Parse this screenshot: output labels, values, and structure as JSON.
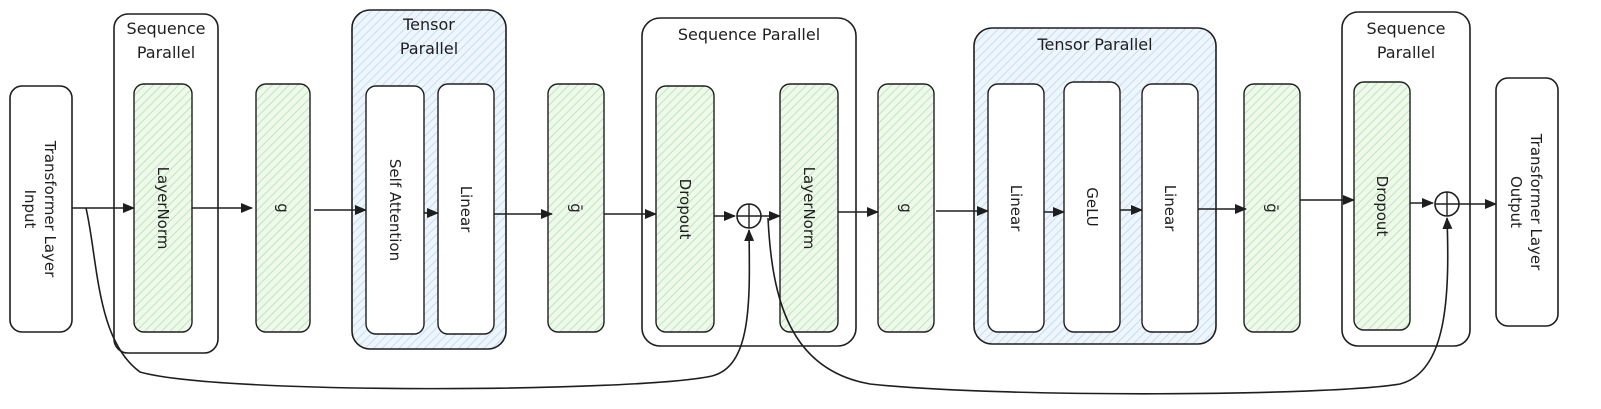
{
  "groups": {
    "sp1": [
      "Sequence",
      "Parallel"
    ],
    "tp1": [
      "Tensor",
      "Parallel"
    ],
    "sp2": "Sequence Parallel",
    "tp2": "Tensor Parallel",
    "sp3": [
      "Sequence",
      "Parallel"
    ]
  },
  "nodes": {
    "input": [
      "Transformer Layer",
      "Input"
    ],
    "layernorm1": "LayerNorm",
    "g1": "g",
    "self_attention": "Self Attention",
    "linear1": "Linear",
    "gbar1": "ḡ",
    "dropout1": "Dropout",
    "layernorm2": "LayerNorm",
    "g2": "g",
    "linear2": "Linear",
    "gelu": "GeLU",
    "linear3": "Linear",
    "gbar2": "ḡ",
    "dropout2": "Dropout",
    "output": [
      "Transformer Layer",
      "Output"
    ]
  },
  "colors": {
    "stroke": "#1e1e1e",
    "green_fill": "#dff3dc",
    "blue_fill": "#d7eaf8"
  }
}
